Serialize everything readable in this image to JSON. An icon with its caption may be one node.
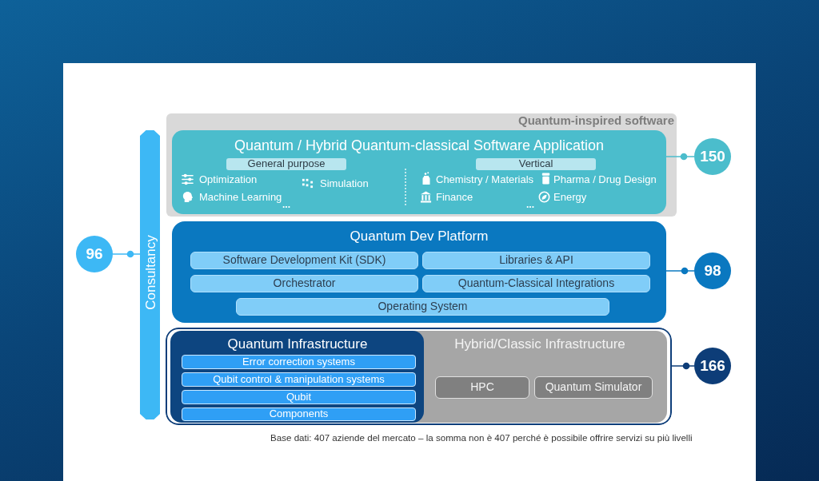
{
  "diagram": {
    "nodes": [
      {
        "text": [
          "Quantum-inspired software"
        ]
      },
      {
        "text": [
          "Quantum / Hybrid Quantum-classical Software Application",
          "Optimization",
          "Simulation",
          "Machine Learning",
          "...",
          "Chemistry / Materials",
          "Pharma / Drug Design",
          "Finance",
          "Energy",
          "..."
        ],
        "in": 0
      },
      {
        "text": [
          "General purpose"
        ],
        "in": 1
      },
      {
        "text": [
          "Vertical"
        ],
        "in": 1
      },
      {
        "text": [
          "150"
        ]
      },
      {
        "text": [
          "Quantum Dev Platform"
        ]
      },
      {
        "text": [
          "Software Development Kit (SDK)"
        ],
        "in": 5
      },
      {
        "text": [
          "Libraries & API"
        ],
        "in": 5
      },
      {
        "text": [
          "Orchestrator"
        ],
        "in": 5
      },
      {
        "text": [
          "Quantum-Classical Integrations"
        ],
        "in": 5
      },
      {
        "text": [
          "Operating System"
        ],
        "in": 5
      },
      {
        "text": [
          "98"
        ]
      },
      {
        "text": [],
        "shape": "box"
      },
      {
        "text": [
          "Quantum Infrastructure"
        ],
        "in": 12
      },
      {
        "text": [
          "Error correction systems"
        ],
        "in": 13
      },
      {
        "text": [
          "Qubit control & manipulation systems"
        ],
        "in": 13
      },
      {
        "text": [
          "Qubit"
        ],
        "in": 13
      },
      {
        "text": [
          "Components"
        ],
        "in": 13
      },
      {
        "text": [
          "Hybrid/Classic Infrastructure"
        ],
        "in": 12
      },
      {
        "text": [
          "HPC"
        ],
        "in": 18
      },
      {
        "text": [
          "Quantum Simulator"
        ],
        "in": 18
      },
      {
        "text": [
          "166"
        ]
      },
      {
        "text": [
          "Consultancy"
        ]
      },
      {
        "text": [
          "96"
        ]
      }
    ],
    "edges": [
      {
        "from": 1,
        "to": 4,
        "arrow": "other",
        "color": "#4bbdcc"
      },
      {
        "from": 5,
        "to": 11,
        "arrow": "other",
        "color": "#0a78c0"
      },
      {
        "from": 12,
        "to": 21,
        "arrow": "other",
        "color": "#0d3d78"
      },
      {
        "from": 22,
        "to": 23,
        "arrow": "other",
        "color": "#3db8f5"
      }
    ],
    "caption": "Base dati: 407 aziende del mercato – la somma non è 407 perché è possibile offrire servizi su più livelli"
  }
}
